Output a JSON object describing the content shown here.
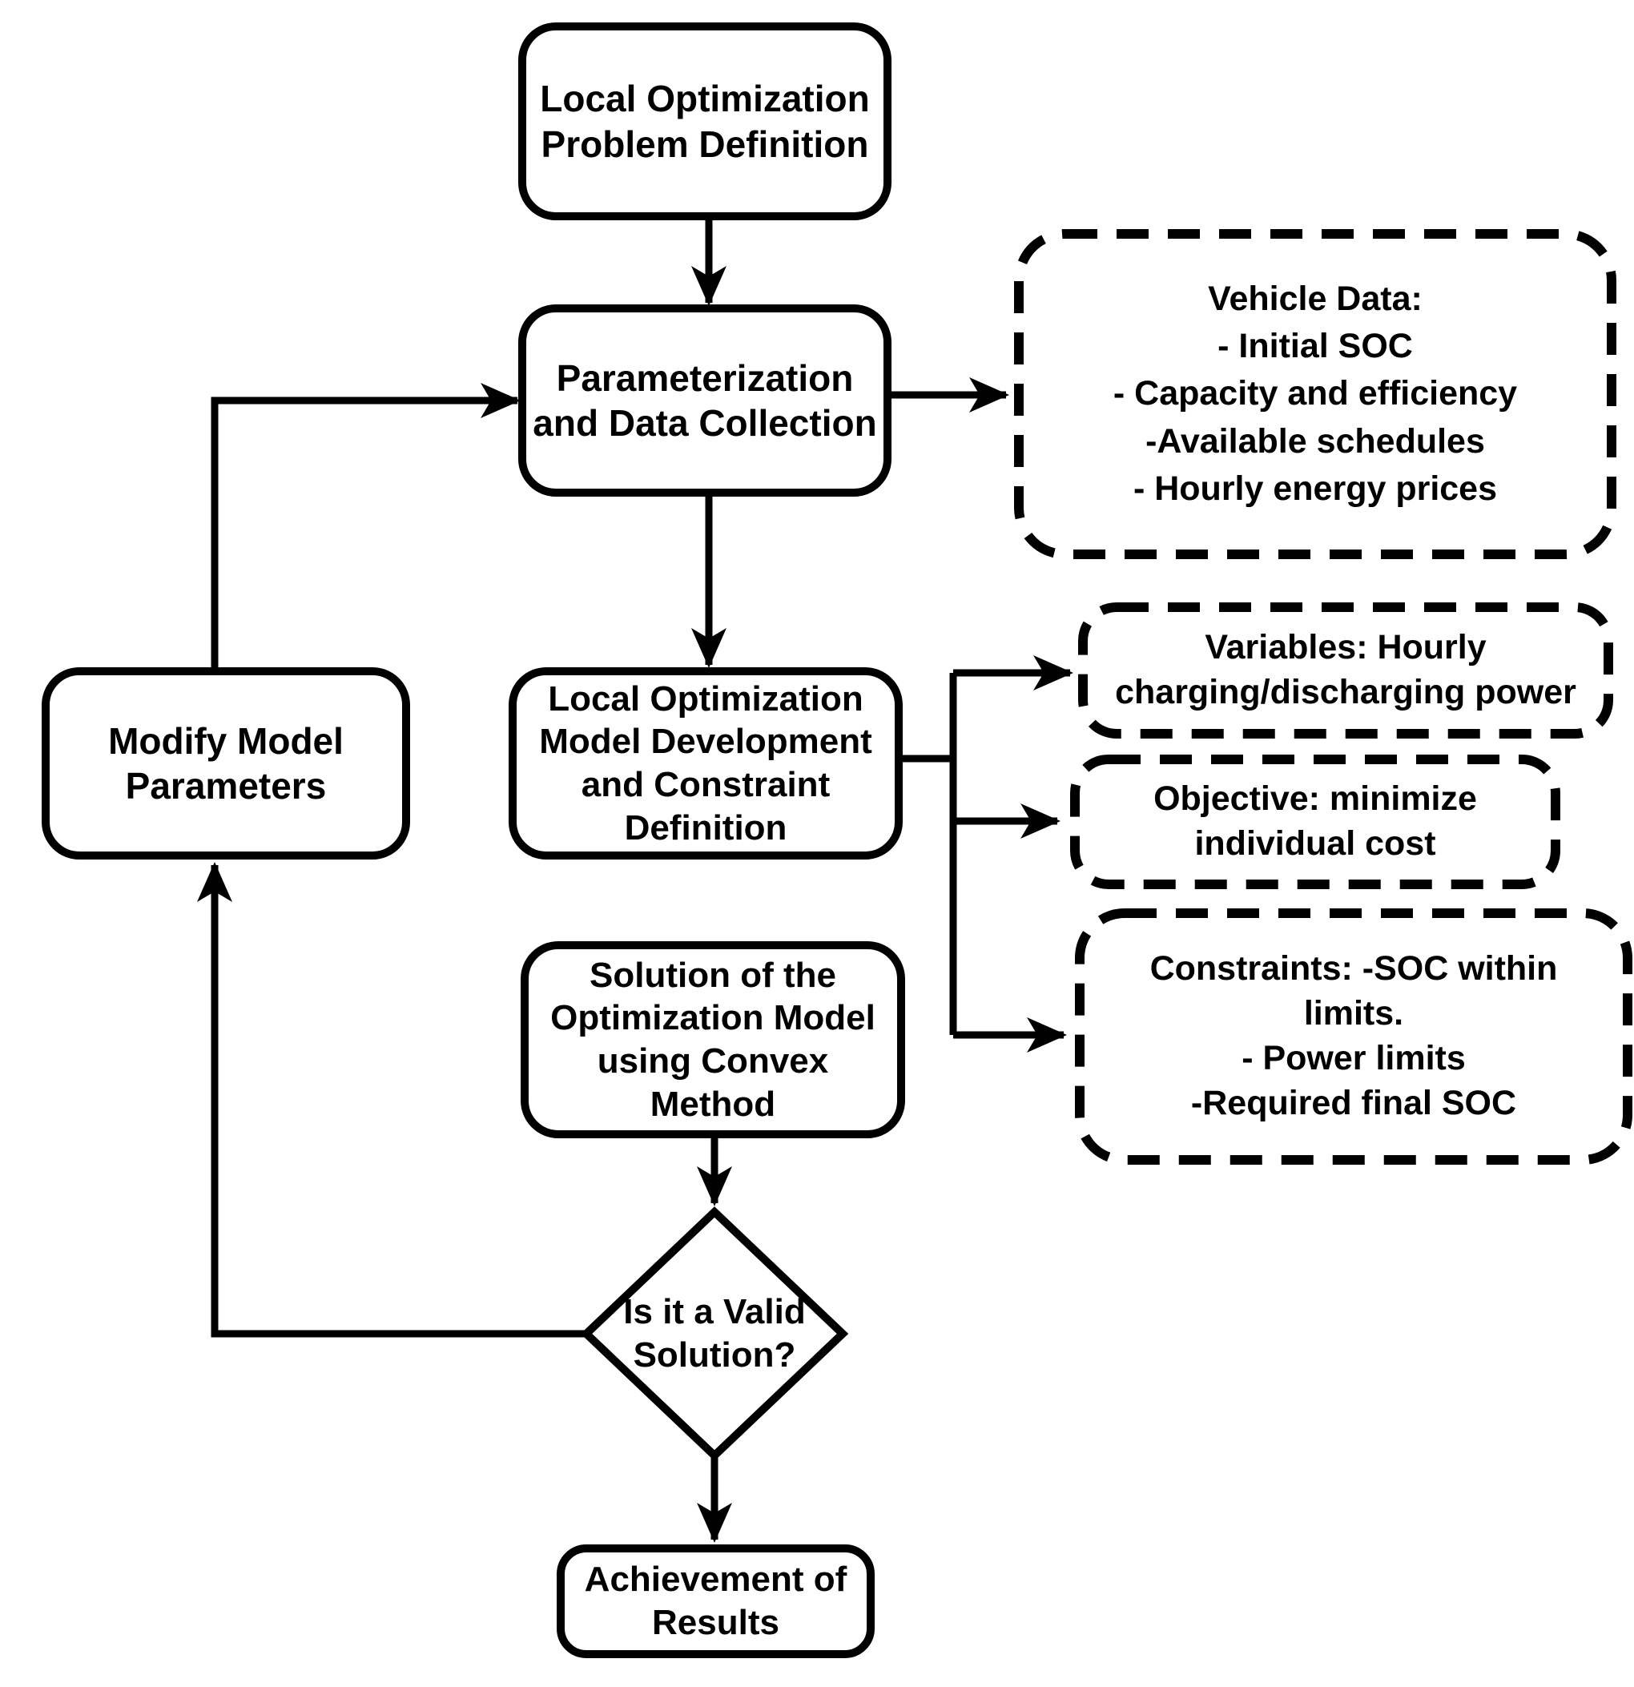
{
  "diagram": {
    "type": "flowchart",
    "colors": {
      "stroke": "#000000",
      "background": "#ffffff",
      "text": "#000000"
    },
    "nodes": {
      "problem_definition": {
        "shape": "rounded-rect",
        "lines": [
          "Local Optimization",
          "Problem Definition"
        ]
      },
      "parameterization": {
        "shape": "rounded-rect",
        "lines": [
          "Parameterization",
          "and Data Collection"
        ]
      },
      "model_development": {
        "shape": "rounded-rect",
        "lines": [
          "Local Optimization",
          "Model Development",
          "and Constraint",
          "Definition"
        ]
      },
      "solution": {
        "shape": "rounded-rect",
        "lines": [
          "Solution of the",
          "Optimization Model",
          "using Convex",
          "Method"
        ]
      },
      "modify_parameters": {
        "shape": "rounded-rect",
        "lines": [
          "Modify Model",
          "Parameters"
        ]
      },
      "decision": {
        "shape": "diamond",
        "lines": [
          "Is it a Valid",
          "Solution?"
        ]
      },
      "results": {
        "shape": "rounded-rect",
        "lines": [
          "Achievement of",
          "Results"
        ]
      },
      "vehicle_data": {
        "shape": "dashed-rounded-rect",
        "lines": [
          "Vehicle Data:",
          "- Initial SOC",
          "- Capacity and efficiency",
          "-Available schedules",
          "- Hourly energy prices"
        ]
      },
      "variables": {
        "shape": "dashed-rounded-rect",
        "lines": [
          "Variables: Hourly",
          "charging/discharging power"
        ]
      },
      "objective": {
        "shape": "dashed-rounded-rect",
        "lines": [
          "Objective: minimize",
          "individual cost"
        ]
      },
      "constraints": {
        "shape": "dashed-rounded-rect",
        "lines": [
          "Constraints: -SOC within",
          "limits.",
          "- Power limits",
          "-Required final SOC"
        ]
      }
    },
    "edges": [
      {
        "from": "problem_definition",
        "to": "parameterization"
      },
      {
        "from": "parameterization",
        "to": "vehicle_data"
      },
      {
        "from": "parameterization",
        "to": "model_development"
      },
      {
        "from": "model_development",
        "to": "variables"
      },
      {
        "from": "model_development",
        "to": "objective"
      },
      {
        "from": "model_development",
        "to": "constraints"
      },
      {
        "from": "model_development",
        "to": "solution"
      },
      {
        "from": "solution",
        "to": "decision"
      },
      {
        "from": "decision",
        "to": "results"
      },
      {
        "from": "decision",
        "to": "modify_parameters"
      },
      {
        "from": "modify_parameters",
        "to": "parameterization"
      }
    ]
  }
}
